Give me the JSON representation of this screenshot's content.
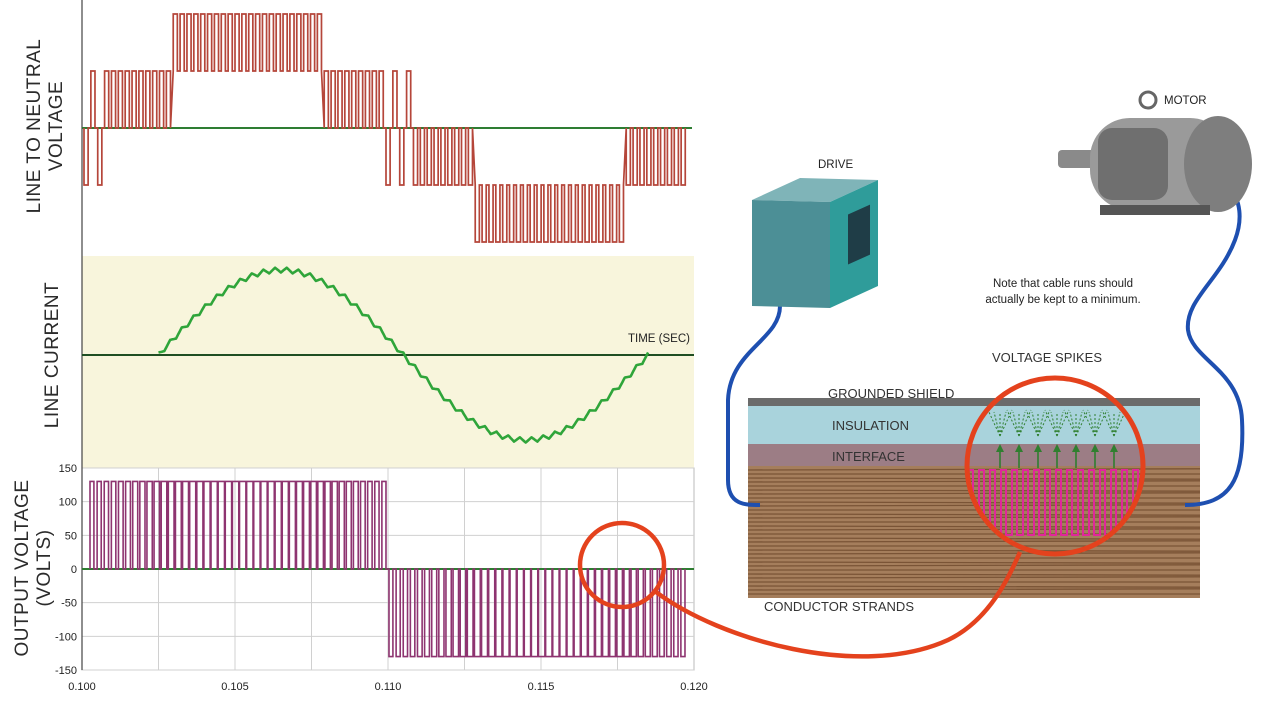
{
  "panels": {
    "voltage": {
      "ylabel_line1": "LINE TO NEUTRAL",
      "ylabel_line2": "VOLTAGE"
    },
    "current": {
      "ylabel": "LINE CURRENT",
      "time_label": "TIME (SEC)"
    },
    "output": {
      "ylabel_line1": "OUTPUT VOLTAGE",
      "ylabel_line2": "(VOLTS)"
    }
  },
  "chart_data": [
    {
      "type": "line",
      "name": "line-to-neutral-voltage",
      "description_levels": [
        2,
        1,
        0,
        -1,
        -2
      ],
      "x": [
        0.1,
        0.12
      ],
      "pattern": "six-step PWM"
    },
    {
      "type": "line",
      "name": "line-current",
      "x": [
        0.1025,
        0.1185
      ],
      "shape": "sinusoid with ripple"
    },
    {
      "type": "line",
      "name": "output-voltage",
      "xlim": [
        0.1,
        0.12
      ],
      "ylim": [
        -150,
        150
      ],
      "xticks": [
        "0.100",
        "0.105",
        "0.110",
        "0.115",
        "0.120"
      ],
      "yticks": [
        "150",
        "100",
        "50",
        "0",
        "-50",
        "-100",
        "-150"
      ],
      "pulse_amplitude": 130,
      "grid": true
    }
  ],
  "cable": {
    "drive_label": "DRIVE",
    "motor_label": "MOTOR",
    "note_line1": "Note that cable runs should",
    "note_line2": "actually be kept to a minimum.",
    "spikes_label": "VOLTAGE SPIKES",
    "layers": {
      "shield": "GROUNDED SHIELD",
      "insulation": "INSULATION",
      "interface": "INTERFACE",
      "conductor": "CONDUCTOR STRANDS"
    }
  },
  "colors": {
    "voltage": "#b5463a",
    "current": "#2fa53a",
    "output": "#8e3470",
    "zero": "#2e6b2e",
    "callout": "#e4421d",
    "cable": "#2f5fb5"
  }
}
